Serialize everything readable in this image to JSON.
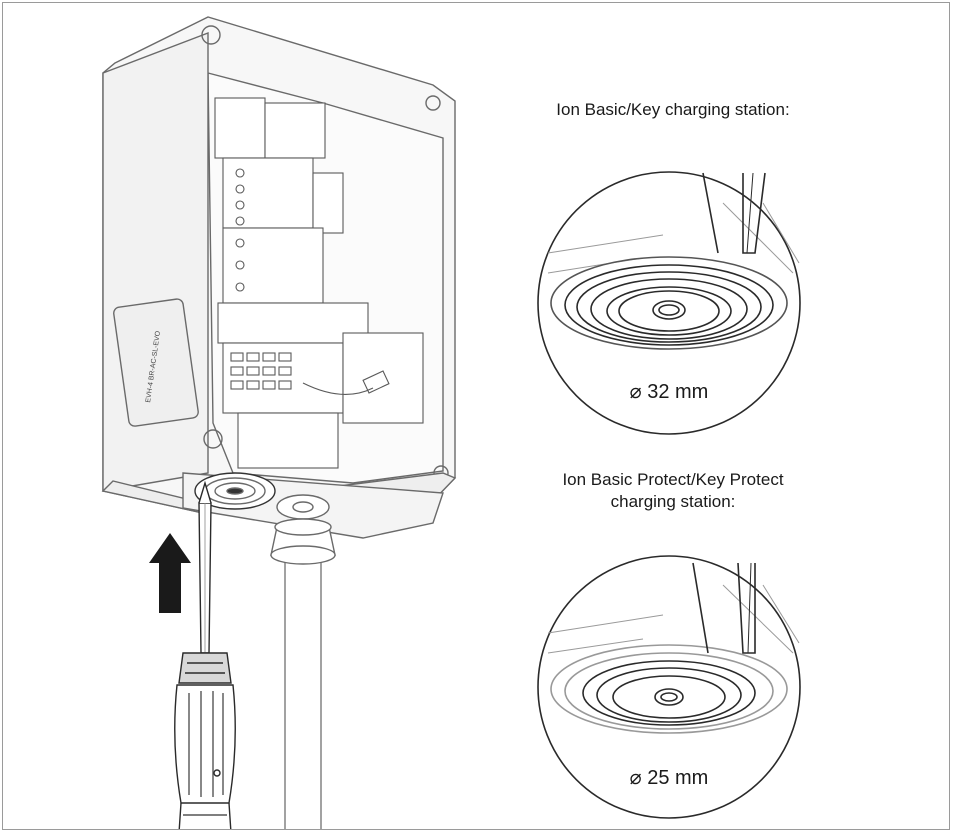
{
  "captions": {
    "basic": "Ion Basic/Key charging station:",
    "protect_line1": "Ion Basic Protect/Key Protect",
    "protect_line2": "charging station:"
  },
  "dimensions": {
    "basic": "⌀ 32 mm",
    "protect": "⌀ 25 mm"
  },
  "enclosure_label": "EVH-4 BR-AC-SL-EVO",
  "colors": {
    "stroke": "#2a2a2a",
    "light_stroke": "#8a8a8a",
    "arrow": "#1a1a1a"
  }
}
